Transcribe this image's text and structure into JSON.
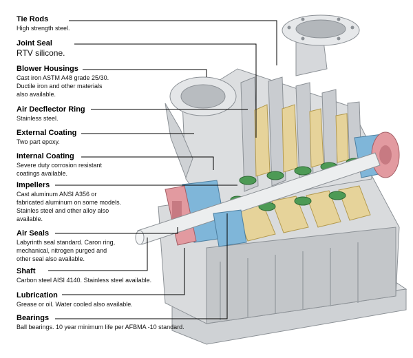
{
  "callouts": [
    {
      "title": "Tie Rods",
      "desc": "High strength steel."
    },
    {
      "title": "Joint Seal",
      "desc": "RTV silicone."
    },
    {
      "title": "Blower Housings",
      "desc": "Cast iron ASTM A48 grade 25/30.\nDuctile iron and other materials\nalso available."
    },
    {
      "title": "Air Decflector Ring",
      "desc": "Stainless steel."
    },
    {
      "title": "External Coating",
      "desc": "Two part epoxy."
    },
    {
      "title": "Internal Coating",
      "desc": "Severe duty corrosion resistant\ncoatings available."
    },
    {
      "title": "Impellers",
      "desc": "Cast aluminum ANSI A356 or\nfabricated aluminum on some models.\nStainles steel and other alloy also\navailable."
    },
    {
      "title": "Air Seals",
      "desc": "Labyrinth seal standard. Caron ring,\nmechanical, nitrogen purged and\nother seal also available."
    },
    {
      "title": "Shaft",
      "desc": "Carbon steel AISI 4140. Stainless steel available."
    },
    {
      "title": "Lubrication",
      "desc": "Grease or oil. Water cooled also available."
    },
    {
      "title": "Bearings",
      "desc": "Ball bearings. 10 year minimum life per AFBMA -10 standard."
    }
  ],
  "colors": {
    "housing": "#d9dbdd",
    "housing_dark": "#a9adb1",
    "impeller": "#e6d39a",
    "green": "#4d9a55",
    "blue": "#7fb6d9",
    "pink": "#e29aa0",
    "leader": "#000000"
  }
}
